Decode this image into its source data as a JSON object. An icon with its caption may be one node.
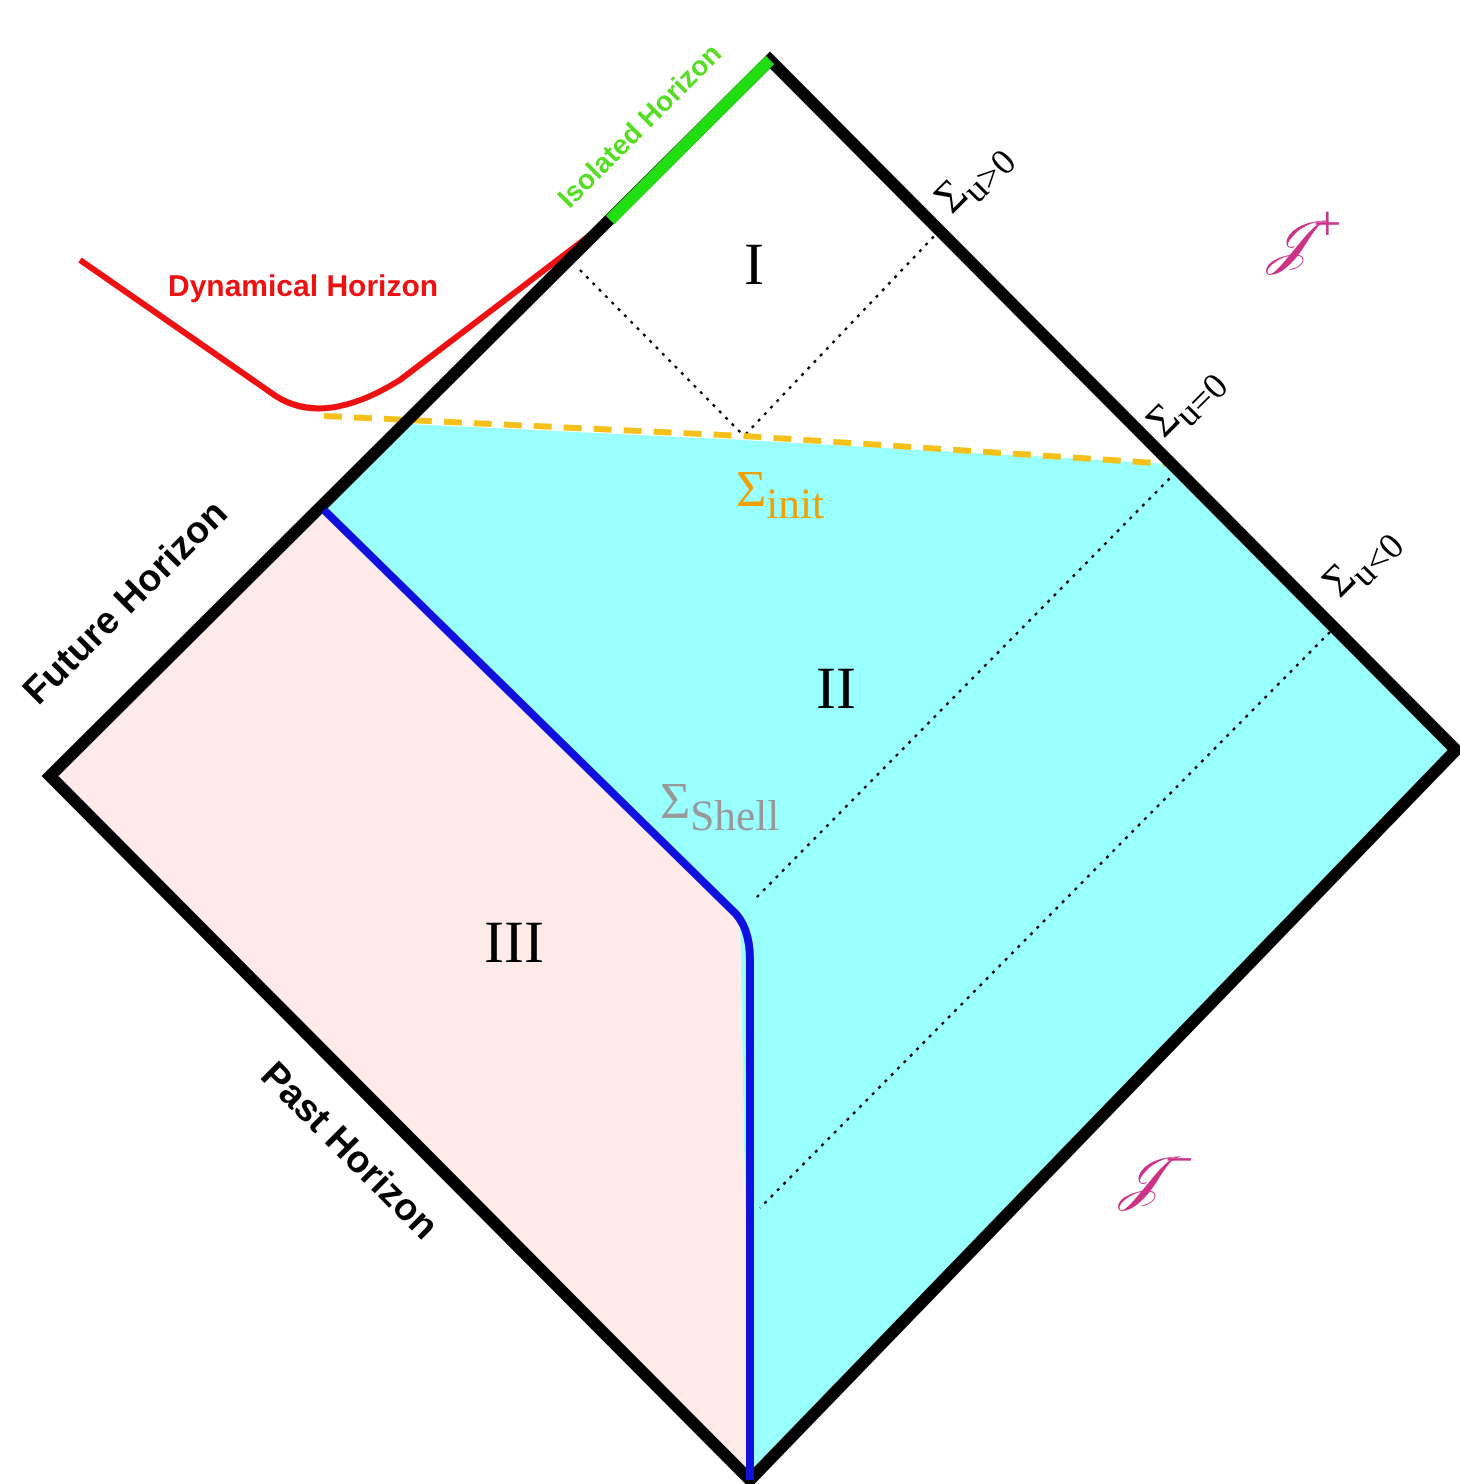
{
  "diagram": {
    "nodes": [
      {
        "text": [
          "I"
        ]
      },
      {
        "text": [
          "II"
        ]
      },
      {
        "text": [
          "III"
        ]
      }
    ],
    "labels": [
      "Isolated Horizon",
      "Dynamical Horizon",
      "Σ$_{u>0}$",
      "𝒥$^{+}$",
      "Σ$_{u=0}$",
      "Σ$_{init}$",
      "Σ$_{u<0}$",
      "Future Horizon",
      "Σ$_{Shell}$",
      "𝒥$^{−}$",
      "Past Horizon"
    ]
  }
}
